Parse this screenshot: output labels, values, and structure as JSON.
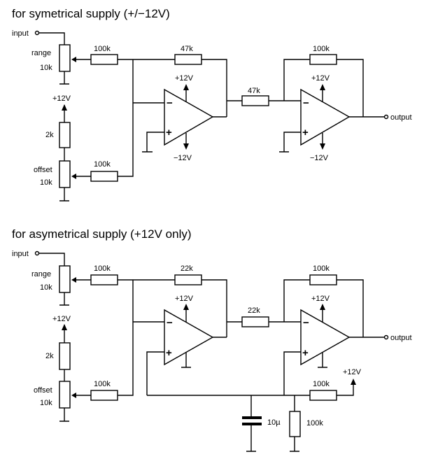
{
  "top": {
    "title": "for symetrical supply (+/−12V)",
    "input": "input",
    "range": "range",
    "range_val": "10k",
    "plus12": "+12V",
    "r2k": "2k",
    "offset": "offset",
    "offset_val": "10k",
    "r100k_a": "100k",
    "r100k_b": "100k",
    "r47k_fb": "47k",
    "r47k_series": "47k",
    "r100k_fb": "100k",
    "op1_pos": "+12V",
    "op1_neg": "−12V",
    "op2_pos": "+12V",
    "op2_neg": "−12V",
    "output": "output"
  },
  "bottom": {
    "title": "for asymetrical supply (+12V only)",
    "input": "input",
    "range": "range",
    "range_val": "10k",
    "plus12": "+12V",
    "r2k": "2k",
    "offset": "offset",
    "offset_val": "10k",
    "r100k_a": "100k",
    "r100k_b": "100k",
    "r22k_fb": "22k",
    "r22k_series": "22k",
    "r100k_fb": "100k",
    "op1_pos": "+12V",
    "op2_pos": "+12V",
    "r100k_bias": "100k",
    "bias_supply": "+12V",
    "cap": "10µ",
    "r100k_gnd": "100k",
    "output": "output"
  }
}
